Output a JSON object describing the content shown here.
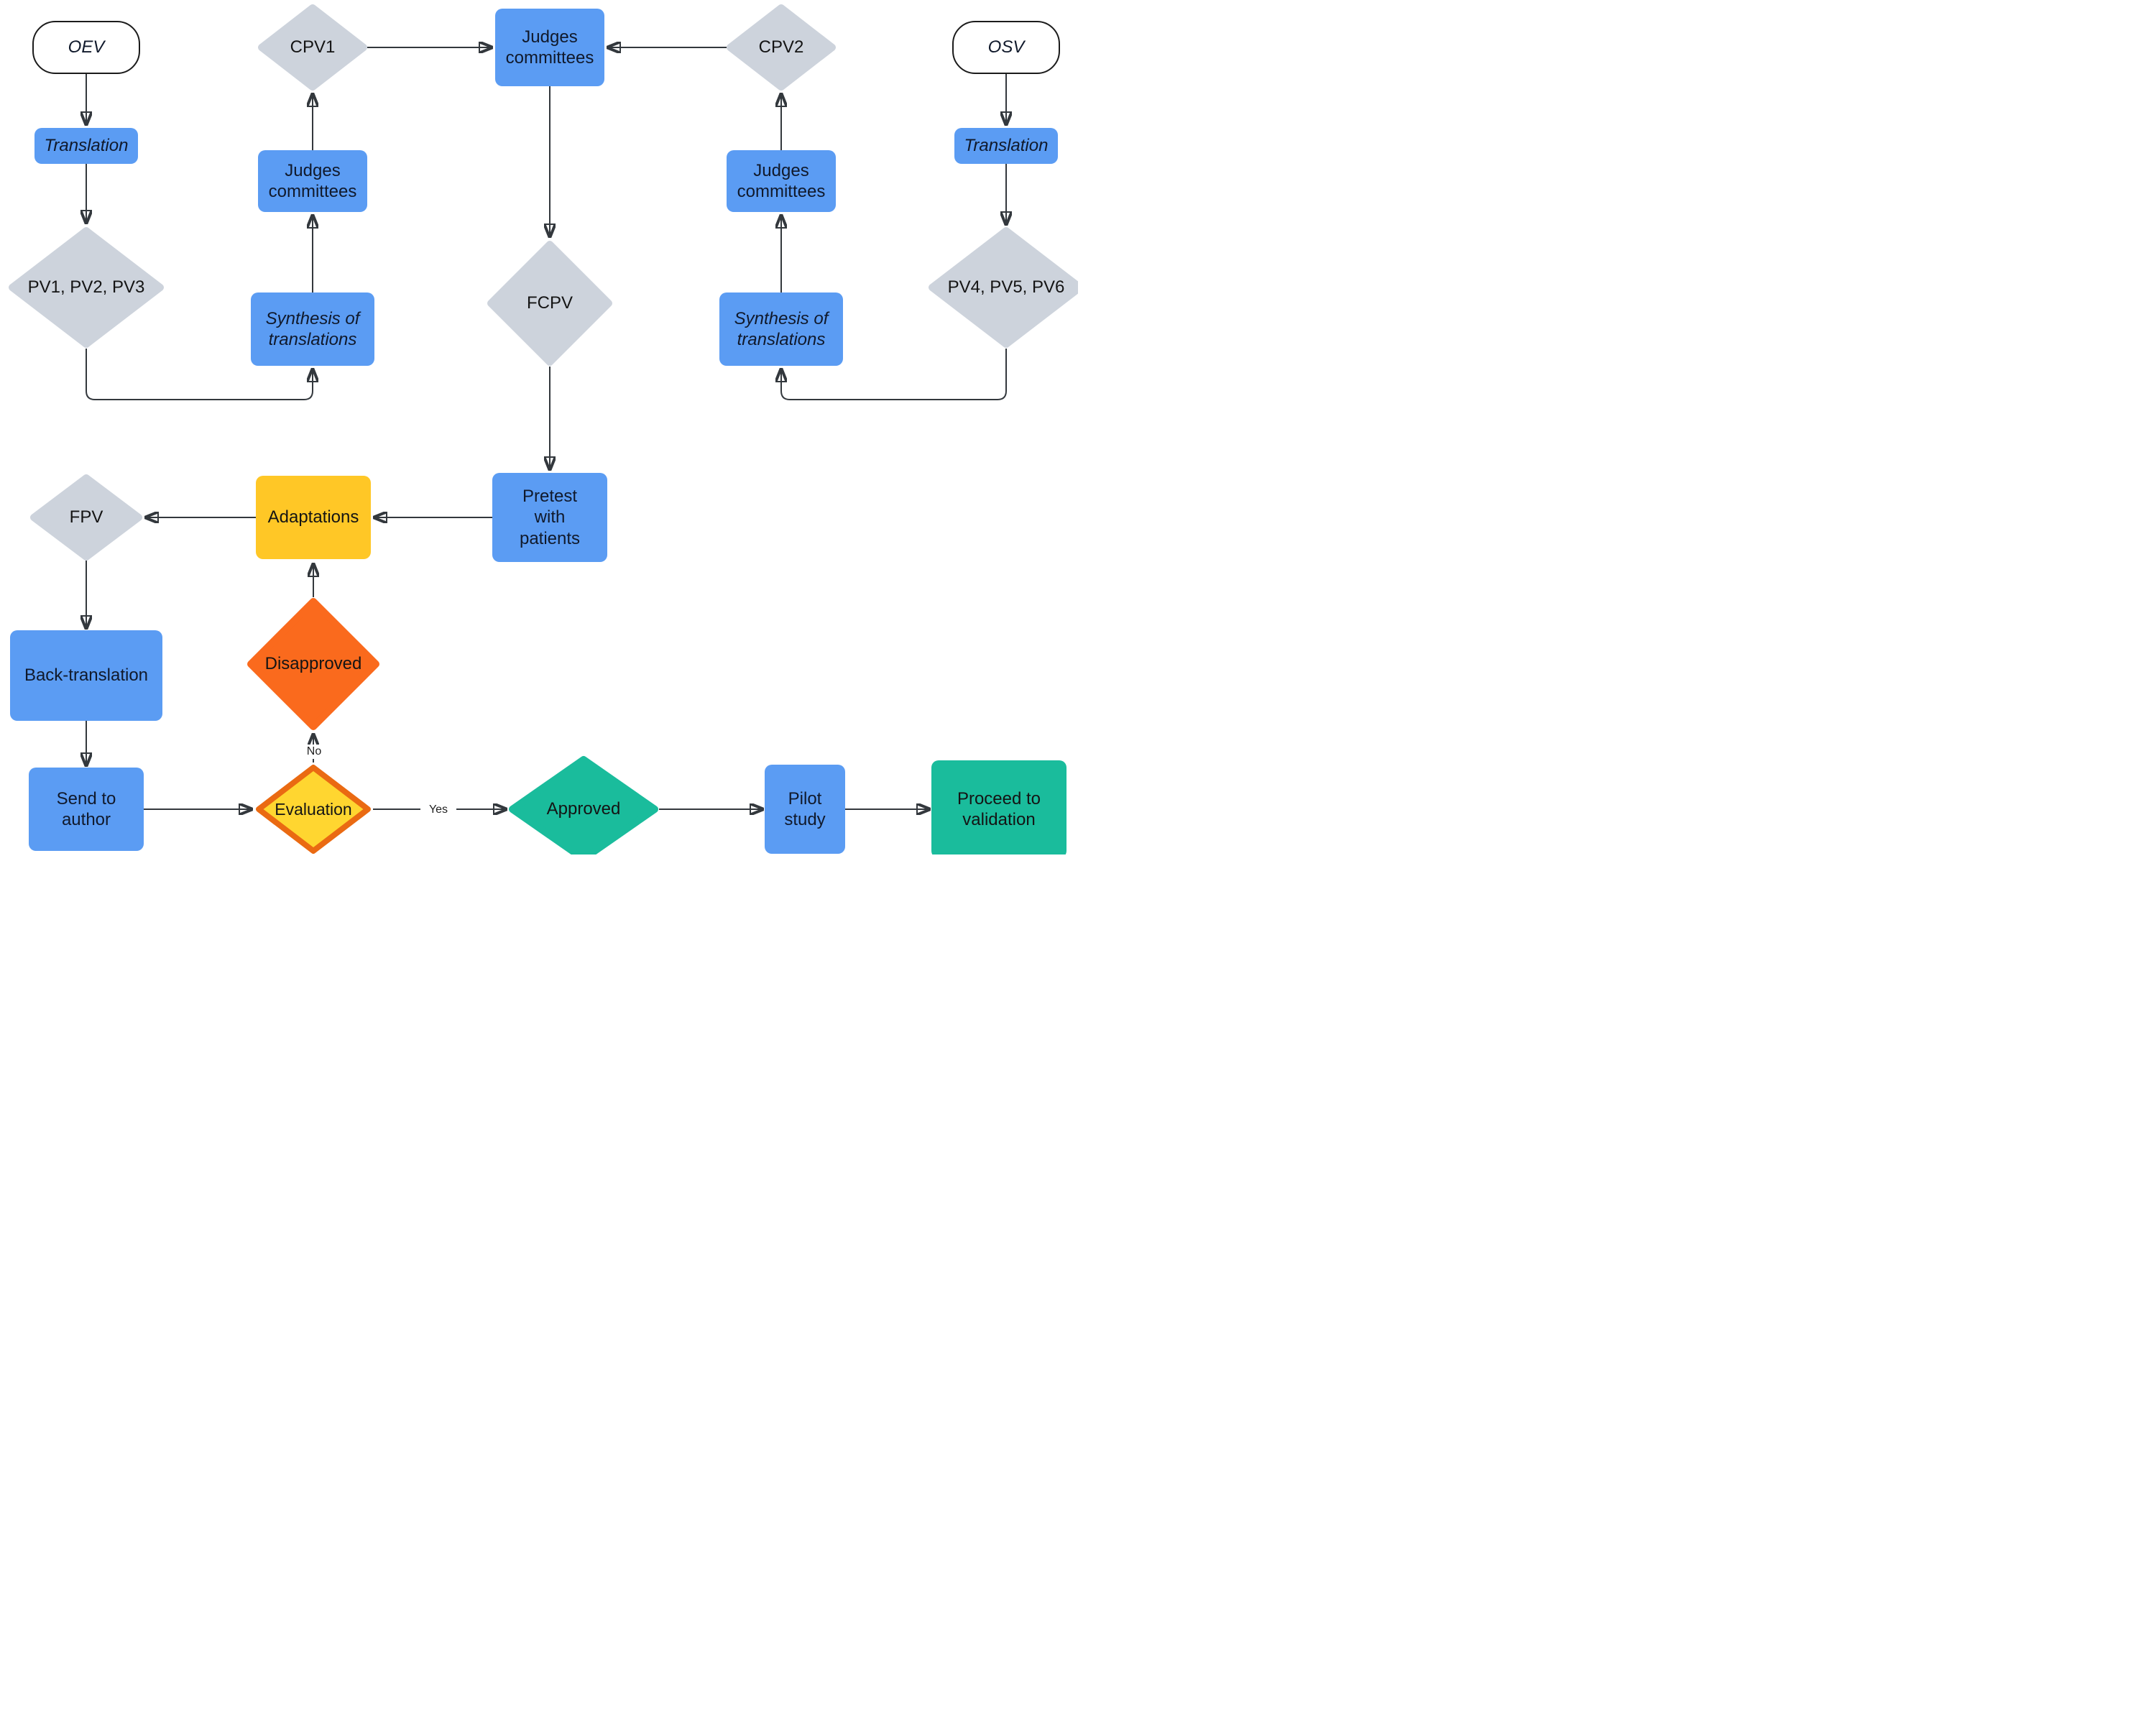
{
  "nodes": {
    "oev": "OEV",
    "translation_left": "Translation",
    "pv123": "PV1, PV2, PV3",
    "synthesis_left": "Synthesis of\ntranslations",
    "judges_left": "Judges\ncommittees",
    "cpv1": "CPV1",
    "judges_top": "Judges\ncommittees",
    "cpv2": "CPV2",
    "judges_right": "Judges\ncommittees",
    "synthesis_right": "Synthesis of\ntranslations",
    "osv": "OSV",
    "translation_right": "Translation",
    "pv456": "PV4, PV5, PV6",
    "fcpv": "FCPV",
    "pretest": "Pretest\nwith\npatients",
    "adaptations": "Adaptations",
    "fpv": "FPV",
    "back_translation": "Back-translation",
    "disapproved": "Disapproved",
    "send_to_author": "Send to\nauthor",
    "evaluation": "Evaluation",
    "approved": "Approved",
    "pilot_study": "Pilot\nstudy",
    "proceed": "Proceed to\nvalidation"
  },
  "edge_labels": {
    "no": "No",
    "yes": "Yes"
  },
  "edges": [
    {
      "from": "OEV",
      "to": "Translation"
    },
    {
      "from": "Translation",
      "to": "PV1, PV2, PV3"
    },
    {
      "from": "PV1, PV2, PV3",
      "to": "Synthesis of translations"
    },
    {
      "from": "Synthesis of translations",
      "to": "Judges committees"
    },
    {
      "from": "Judges committees",
      "to": "CPV1"
    },
    {
      "from": "CPV1",
      "to": "Judges committees (central)"
    },
    {
      "from": "OSV",
      "to": "Translation"
    },
    {
      "from": "Translation",
      "to": "PV4, PV5, PV6"
    },
    {
      "from": "PV4, PV5, PV6",
      "to": "Synthesis of translations"
    },
    {
      "from": "Synthesis of translations",
      "to": "Judges committees"
    },
    {
      "from": "Judges committees",
      "to": "CPV2"
    },
    {
      "from": "CPV2",
      "to": "Judges committees (central)"
    },
    {
      "from": "Judges committees (central)",
      "to": "FCPV"
    },
    {
      "from": "FCPV",
      "to": "Pretest with patients"
    },
    {
      "from": "Pretest with patients",
      "to": "Adaptations"
    },
    {
      "from": "Adaptations",
      "to": "FPV"
    },
    {
      "from": "FPV",
      "to": "Back-translation"
    },
    {
      "from": "Back-translation",
      "to": "Send to author"
    },
    {
      "from": "Send to author",
      "to": "Evaluation"
    },
    {
      "from": "Evaluation",
      "to": "Disapproved",
      "label": "No"
    },
    {
      "from": "Disapproved",
      "to": "Adaptations"
    },
    {
      "from": "Evaluation",
      "to": "Approved",
      "label": "Yes"
    },
    {
      "from": "Approved",
      "to": "Pilot study"
    },
    {
      "from": "Pilot study",
      "to": "Proceed to validation"
    }
  ],
  "colors": {
    "process_blue": "#5B9CF3",
    "decision_gray": "#CDD3DC",
    "adaptation_yellow": "#FFC726",
    "evaluation_yellow": "#FFD630",
    "evaluation_border_orange": "#EA6A12",
    "disapproved_orange": "#FA6A1D",
    "approved_teal": "#1ABC9C",
    "terminator_white": "#FFFFFF",
    "connector_dark": "#33383D"
  }
}
